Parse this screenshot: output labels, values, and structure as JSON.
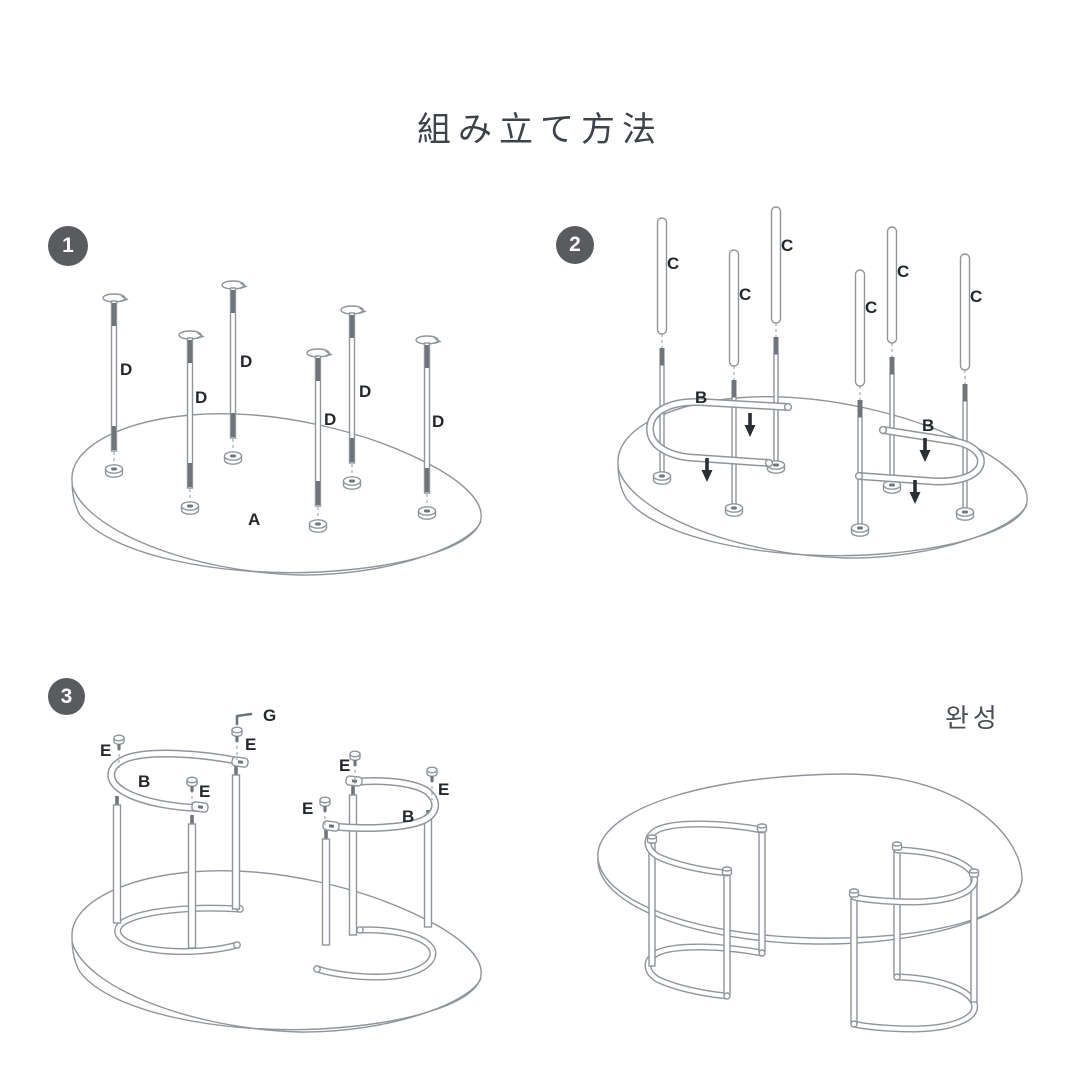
{
  "title": "組み立て方法",
  "final_caption": "완성",
  "colors": {
    "line": "#8f959b",
    "dark_part": "#70757c",
    "label": "#24272c",
    "badge_bg": "#595b5f",
    "badge_fg": "#ffffff",
    "title_text": "#3e434b"
  },
  "steps": [
    {
      "number": "1",
      "parts": {
        "bolt": "D",
        "tabletop": "A"
      }
    },
    {
      "number": "2",
      "parts": {
        "tube": "C",
        "frame": "B"
      }
    },
    {
      "number": "3",
      "parts": {
        "screw": "E",
        "frame": "B",
        "tool": "G"
      }
    }
  ]
}
